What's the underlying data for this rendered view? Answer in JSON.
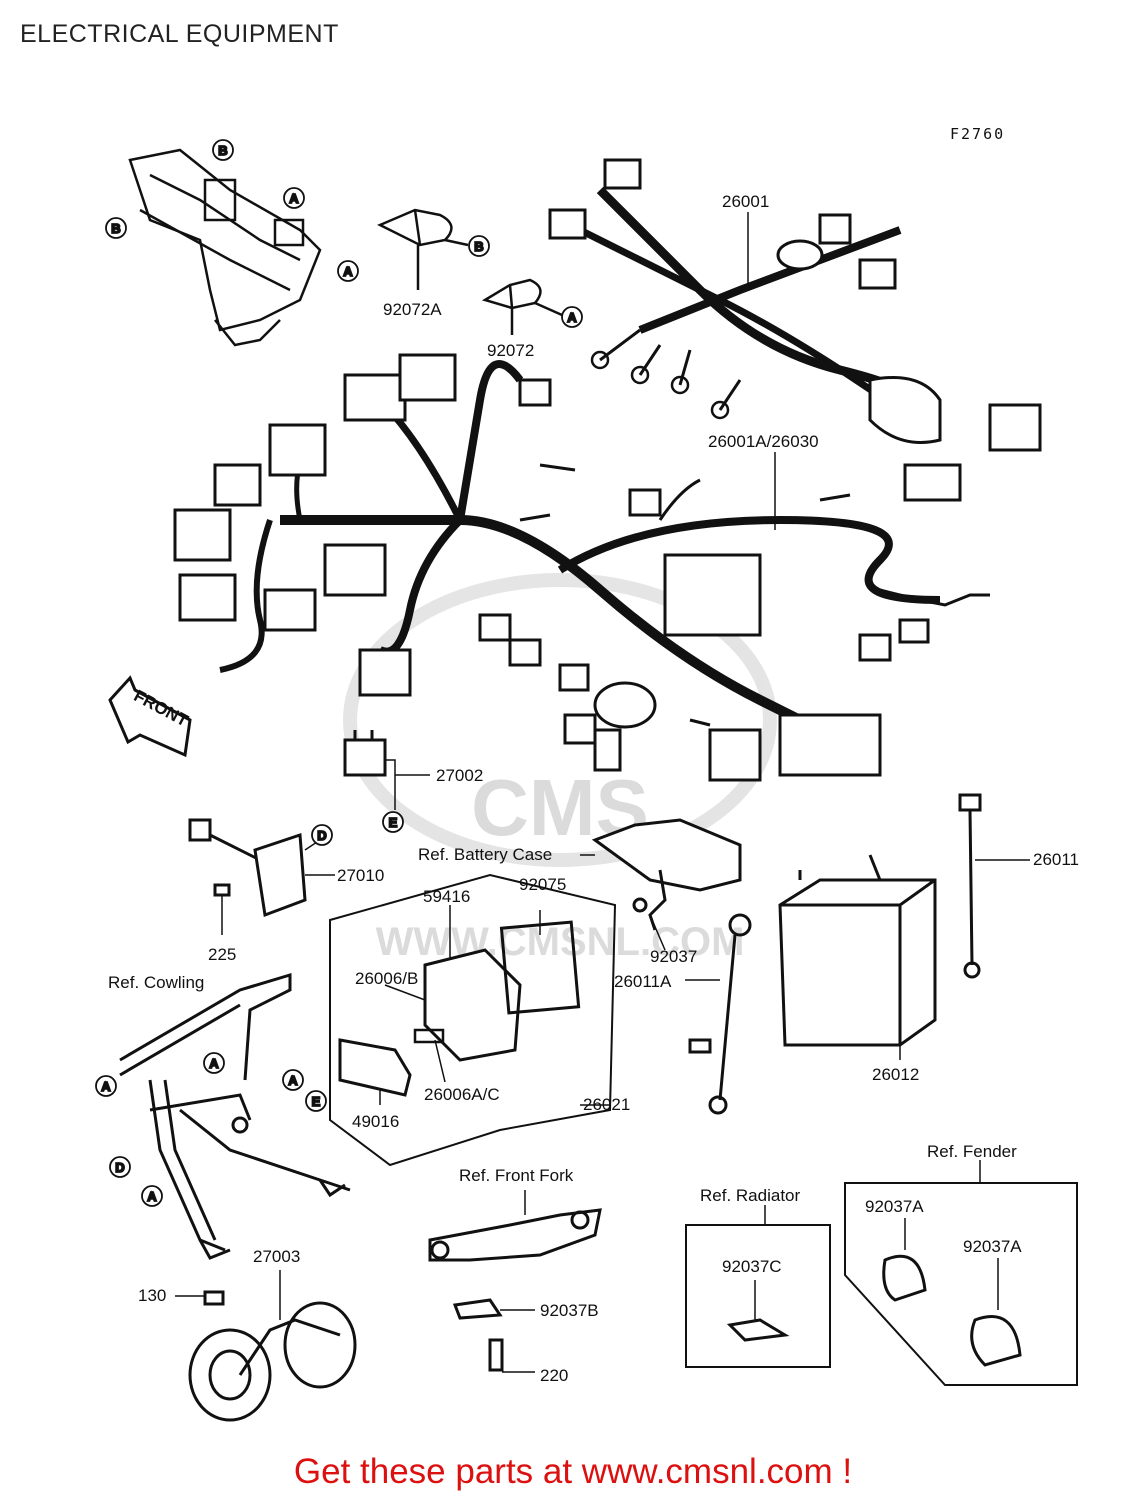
{
  "page": {
    "title": "ELECTRICAL EQUIPMENT",
    "figure_code": "F2760",
    "footer": "Get these parts at www.cmsnl.com !",
    "footer_color": "#dd1010"
  },
  "watermark": {
    "brand": "CMS",
    "url": "WWW.CMSNL.COM"
  },
  "direction": {
    "front": "FRONT"
  },
  "callouts": {
    "A": "A",
    "B": "B",
    "D": "D",
    "E": "E"
  },
  "parts": {
    "p26001": "26001",
    "p26001A": "26001A/26030",
    "p92072A": "92072A",
    "p92072": "92072",
    "p27002": "27002",
    "p27010": "27010",
    "p225": "225",
    "p59416": "59416",
    "p92075": "92075",
    "p26006B": "26006/B",
    "p26006AC": "26006A/C",
    "p49016": "49016",
    "p26021": "26021",
    "p92037": "92037",
    "p26011A": "26011A",
    "p26011": "26011",
    "p26012": "26012",
    "p27003": "27003",
    "p130": "130",
    "p92037B": "92037B",
    "p220": "220",
    "p92037C": "92037C",
    "p92037A_1": "92037A",
    "p92037A_2": "92037A"
  },
  "references": {
    "battery_case": "Ref. Battery Case",
    "cowling": "Ref. Cowling",
    "front_fork": "Ref. Front Fork",
    "radiator": "Ref. Radiator",
    "fender": "Ref. Fender"
  }
}
